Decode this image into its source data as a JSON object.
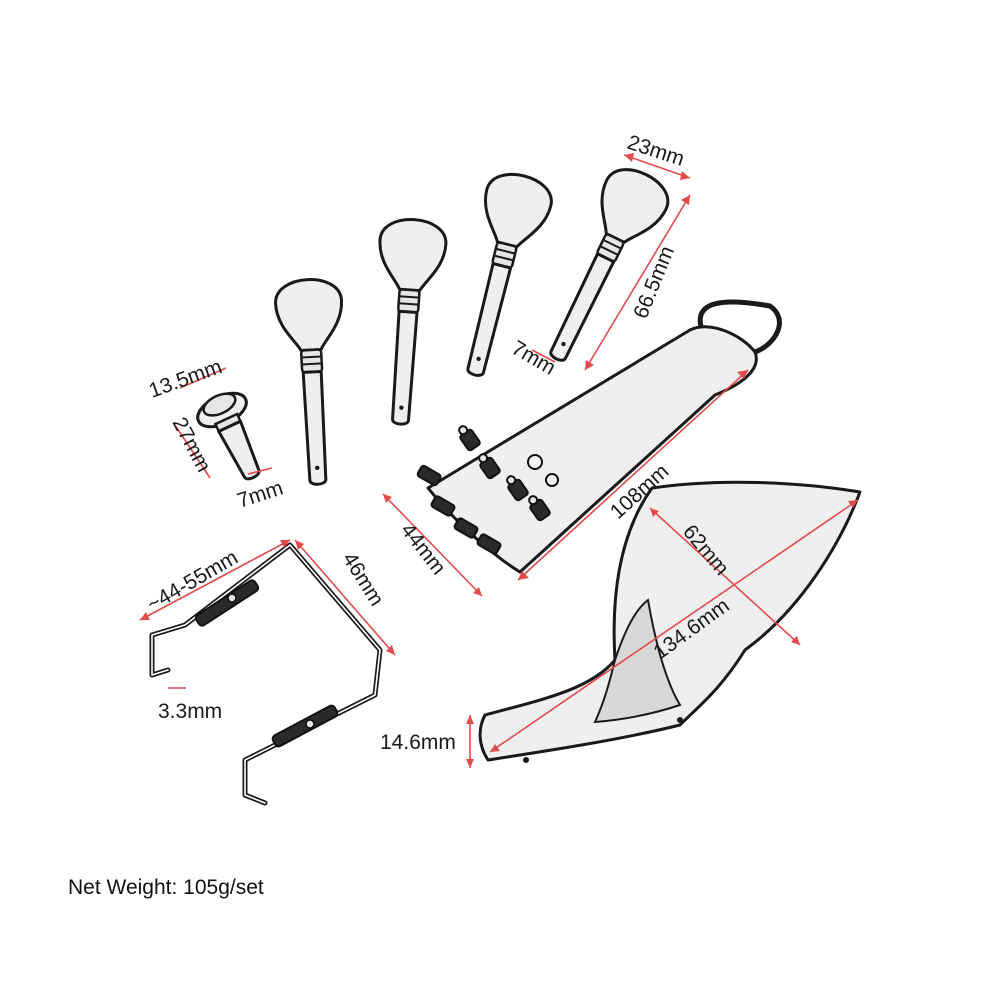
{
  "dimensions": {
    "endpin_head": "13.5mm",
    "endpin_length": "27mm",
    "endpin_shaft": "7mm",
    "peg_head": "23mm",
    "peg_length": "66.5mm",
    "peg_shaft": "7mm",
    "tailpiece_width": "44mm",
    "tailpiece_length": "108mm",
    "clamp_span": "~44-55mm",
    "clamp_height": "46mm",
    "clamp_wire": "3.3mm",
    "chinrest_width": "62mm",
    "chinrest_length": "134.6mm",
    "chinrest_height": "14.6mm"
  },
  "footer": {
    "net_weight": "Net Weight: 105g/set"
  },
  "colors": {
    "dimension_line": "#e34a4a",
    "outline": "#1a1a1a",
    "part_fill": "#efefef"
  }
}
